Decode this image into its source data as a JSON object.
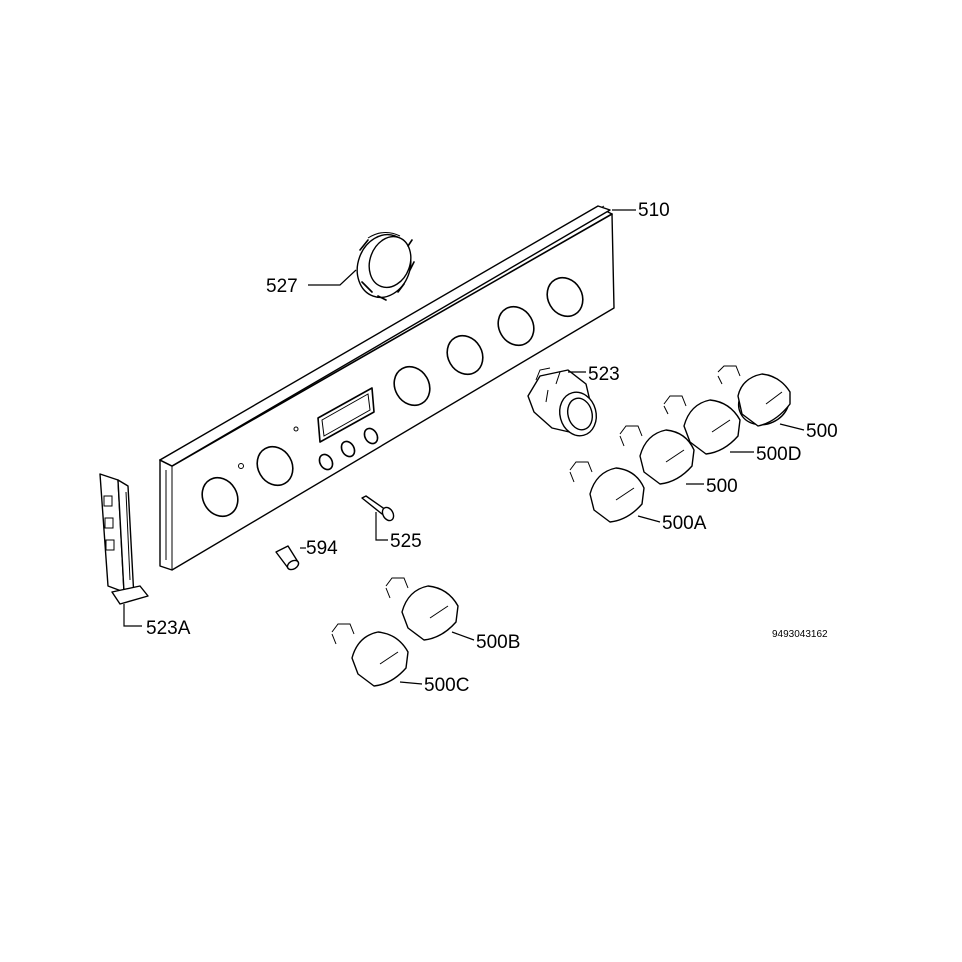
{
  "diagram": {
    "labels": {
      "p510": "510",
      "p527": "527",
      "p523": "523",
      "p500_top": "500",
      "p500d": "500D",
      "p500_mid": "500",
      "p500a": "500A",
      "p594": "594",
      "p525": "525",
      "p523a": "523A",
      "p500b": "500B",
      "p500c": "500C"
    },
    "drawing_number": "9493043162"
  }
}
